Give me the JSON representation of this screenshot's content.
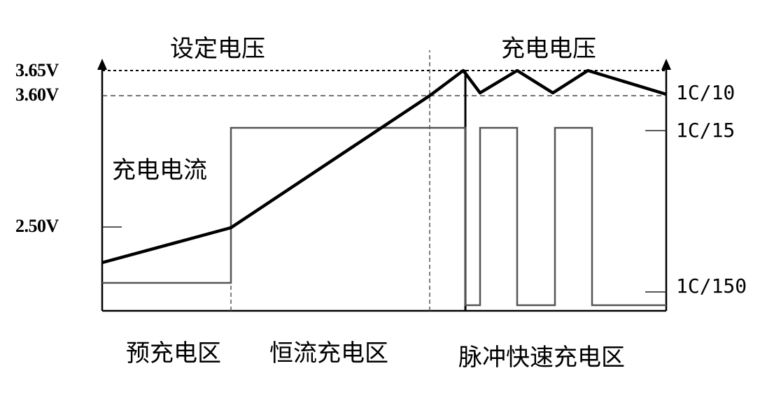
{
  "header_left": "设定电压",
  "header_right": "充电电压",
  "left_axis_labels": [
    "3.65V",
    "3.60V",
    "2.50V"
  ],
  "right_axis_labels": [
    "1C/10",
    "1C/15",
    "1C/150"
  ],
  "current_label": "充电电流",
  "zones": [
    "预充电区",
    "恒流充电区",
    "脉冲快速充电区"
  ],
  "colors": {
    "voltage_curve": "#000000",
    "current_curve": "#555555",
    "axes": "#000000",
    "guides": "#555555"
  }
}
